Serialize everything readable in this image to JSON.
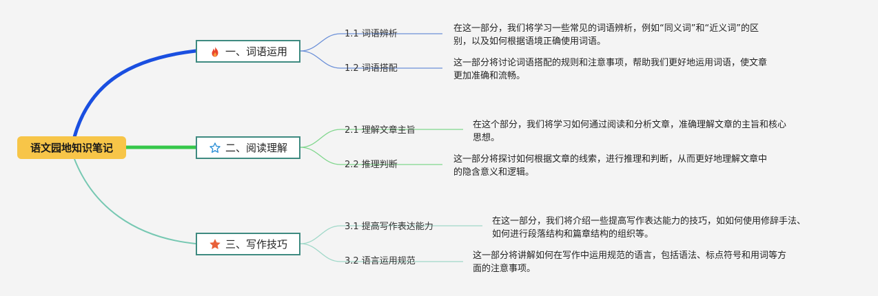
{
  "title": "语文园地知识笔记",
  "colors": {
    "branch1": "#1a4fe0",
    "branch2": "#35c74a",
    "branch3": "#76c8b2",
    "root_bg": "#f7c548",
    "branch_border": "#3e8a80"
  },
  "branches": [
    {
      "label": "一、词语运用",
      "icon": "fire-icon",
      "children": [
        {
          "label": "1.1 词语辨析",
          "desc": [
            "在这一部分，我们将学习一些常见的词语辨析，例如“同义词”和“近义词”的区",
            "别，以及如何根据语境正确使用词语。"
          ]
        },
        {
          "label": "1.2 词语搭配",
          "desc": [
            "这一部分将讨论词语搭配的规则和注意事项，帮助我们更好地运用词语，使文章",
            "更加准确和流畅。"
          ]
        }
      ]
    },
    {
      "label": "二、阅读理解",
      "icon": "star-outline-icon",
      "children": [
        {
          "label": "2.1 理解文章主旨",
          "desc": [
            "在这个部分，我们将学习如何通过阅读和分析文章，准确理解文章的主旨和核心",
            "思想。"
          ]
        },
        {
          "label": "2.2 推理判断",
          "desc": [
            "这一部分将探讨如何根据文章的线索，进行推理和判断，从而更好地理解文章中",
            "的隐含意义和逻辑。"
          ]
        }
      ]
    },
    {
      "label": "三、写作技巧",
      "icon": "star-filled-icon",
      "children": [
        {
          "label": "3.1 提高写作表达能力",
          "desc": [
            "在这一部分，我们将介绍一些提高写作表达能力的技巧，如如何使用修辞手法、",
            "如何进行段落结构和篇章结构的组织等。"
          ]
        },
        {
          "label": "3.2 语言运用规范",
          "desc": [
            "这一部分将讲解如何在写作中运用规范的语言，包括语法、标点符号和用词等方",
            "面的注意事项。"
          ]
        }
      ]
    }
  ]
}
